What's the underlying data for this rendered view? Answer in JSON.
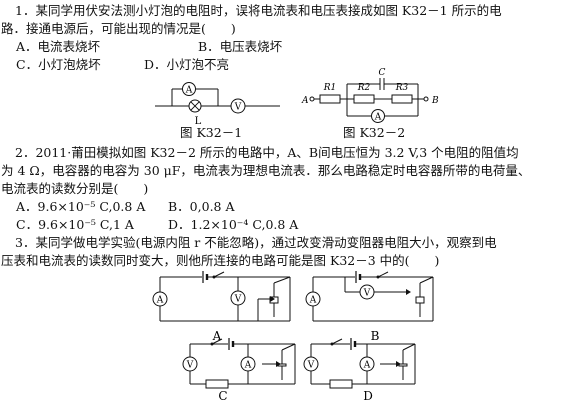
{
  "q1": {
    "line1": "1．某同学用伏安法测小灯泡的电阻时，误将电流表和电压表接成如图 K32－1 所示的电",
    "line2": "路．接通电源后，可能出现的情况是(　　)",
    "optA": "A．电流表烧坏",
    "optB": "B．电压表烧坏",
    "optC": "C．小灯泡烧坏",
    "optD": "D．小灯泡不亮"
  },
  "fig1": {
    "caption": "图 K32－1",
    "ammeter": "A",
    "voltmeter": "V",
    "lamp_label": "L"
  },
  "fig2": {
    "caption": "图 K32－2",
    "cap_label": "C",
    "r1": "R1",
    "r2": "R2",
    "r3": "R3",
    "node_a": "A",
    "node_b": "B",
    "ammeter": "A"
  },
  "q2": {
    "line1": "2．2011·莆田模拟如图 K32－2 所示的电路中，A、B间电压恒为 3.2 V,3 个电阻的阻值均",
    "line2": "为 4 Ω，电容器的电容为 30 μF，电流表为理想电流表．那么电路稳定时电容器所带的电荷量、",
    "line3": "电流表的读数分别是(　　)",
    "optA": "A．9.6×10⁻⁵ C,0.8 A",
    "optB": "B．0,0.8 A",
    "optC": "C．9.6×10⁻⁵ C,1 A",
    "optD": "D．1.2×10⁻⁴ C,0.8 A"
  },
  "q3": {
    "line1": "3．某同学做电学实验(电源内阻 r 不能忽略)，通过改变滑动变阻器电阻大小，观察到电",
    "line2": "压表和电流表的读数同时变大，则他所连接的电路可能是图 K32－3 中的(　　)"
  },
  "fig3": {
    "labels": [
      "A",
      "B",
      "C",
      "D"
    ],
    "ammeter": "A",
    "voltmeter": "V"
  }
}
